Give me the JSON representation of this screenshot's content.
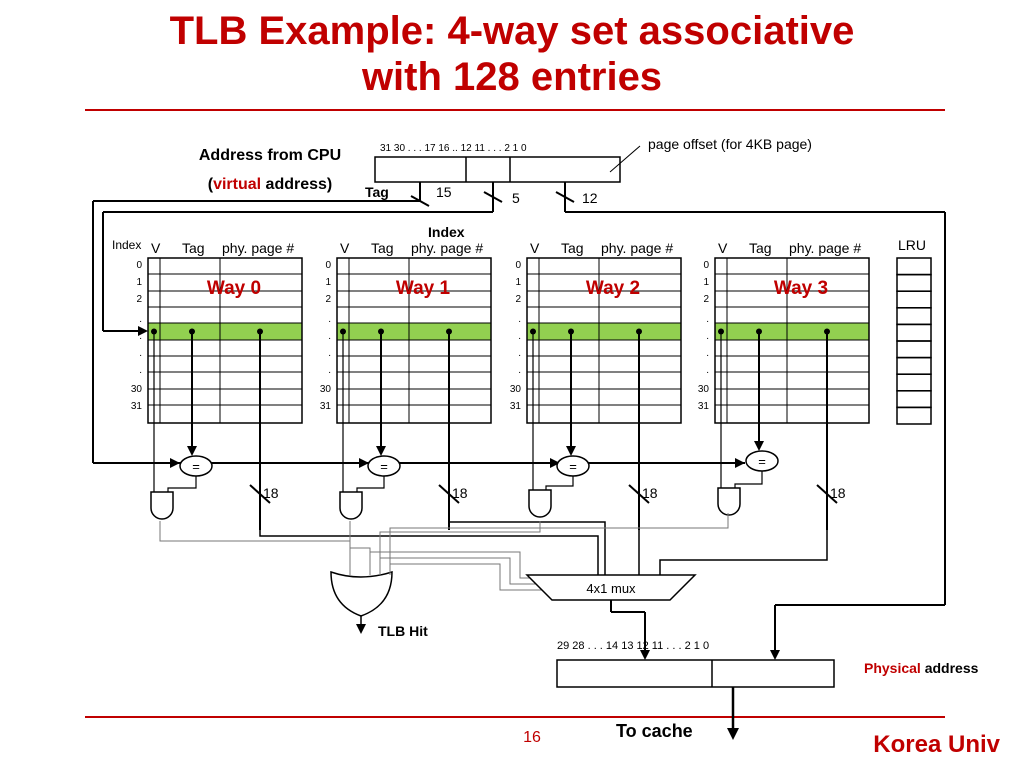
{
  "title": {
    "line1": "TLB Example: 4-way set associative",
    "line2": "with 128 entries"
  },
  "address": {
    "label_line1": "Address from CPU",
    "label_open": "(",
    "label_virtual": "virtual",
    "label_rest": " address)",
    "bit_labels": "31 30    . . .  17  16 .. 12  11     . . .     2  1  0",
    "page_offset_note": "page offset (for 4KB page)",
    "tag_label": "Tag",
    "tag_bits": "15",
    "index_label": "Index",
    "index_bits": "5",
    "offset_bits": "12"
  },
  "ways": [
    {
      "name": "Way 0",
      "v": "V",
      "tag": "Tag",
      "phy": "phy. page #"
    },
    {
      "name": "Way 1",
      "v": "V",
      "tag": "Tag",
      "phy": "phy. page #"
    },
    {
      "name": "Way 2",
      "v": "V",
      "tag": "Tag",
      "phy": "phy. page #"
    },
    {
      "name": "Way 3",
      "v": "V",
      "tag": "Tag",
      "phy": "phy. page #"
    }
  ],
  "index_header": "Index",
  "row_labels": [
    "0",
    "1",
    "2",
    ".",
    ".",
    ".",
    ".",
    ".",
    "30",
    "31"
  ],
  "lru_label": "LRU",
  "comparator_symbol": "=",
  "phy_bus_width": "18",
  "mux_label": "4x1 mux",
  "tlb_hit": "TLB Hit",
  "physical": {
    "bit_labels": "29  28     . . .      14 13 12  11     . . .       2  1  0",
    "label_colored": "Physical",
    "label_rest": " address"
  },
  "to_cache": "To cache",
  "page_number": "16",
  "footer": "Korea Univ",
  "colors": {
    "red": "#c00000",
    "highlight": "#92d050",
    "black": "#000000"
  }
}
